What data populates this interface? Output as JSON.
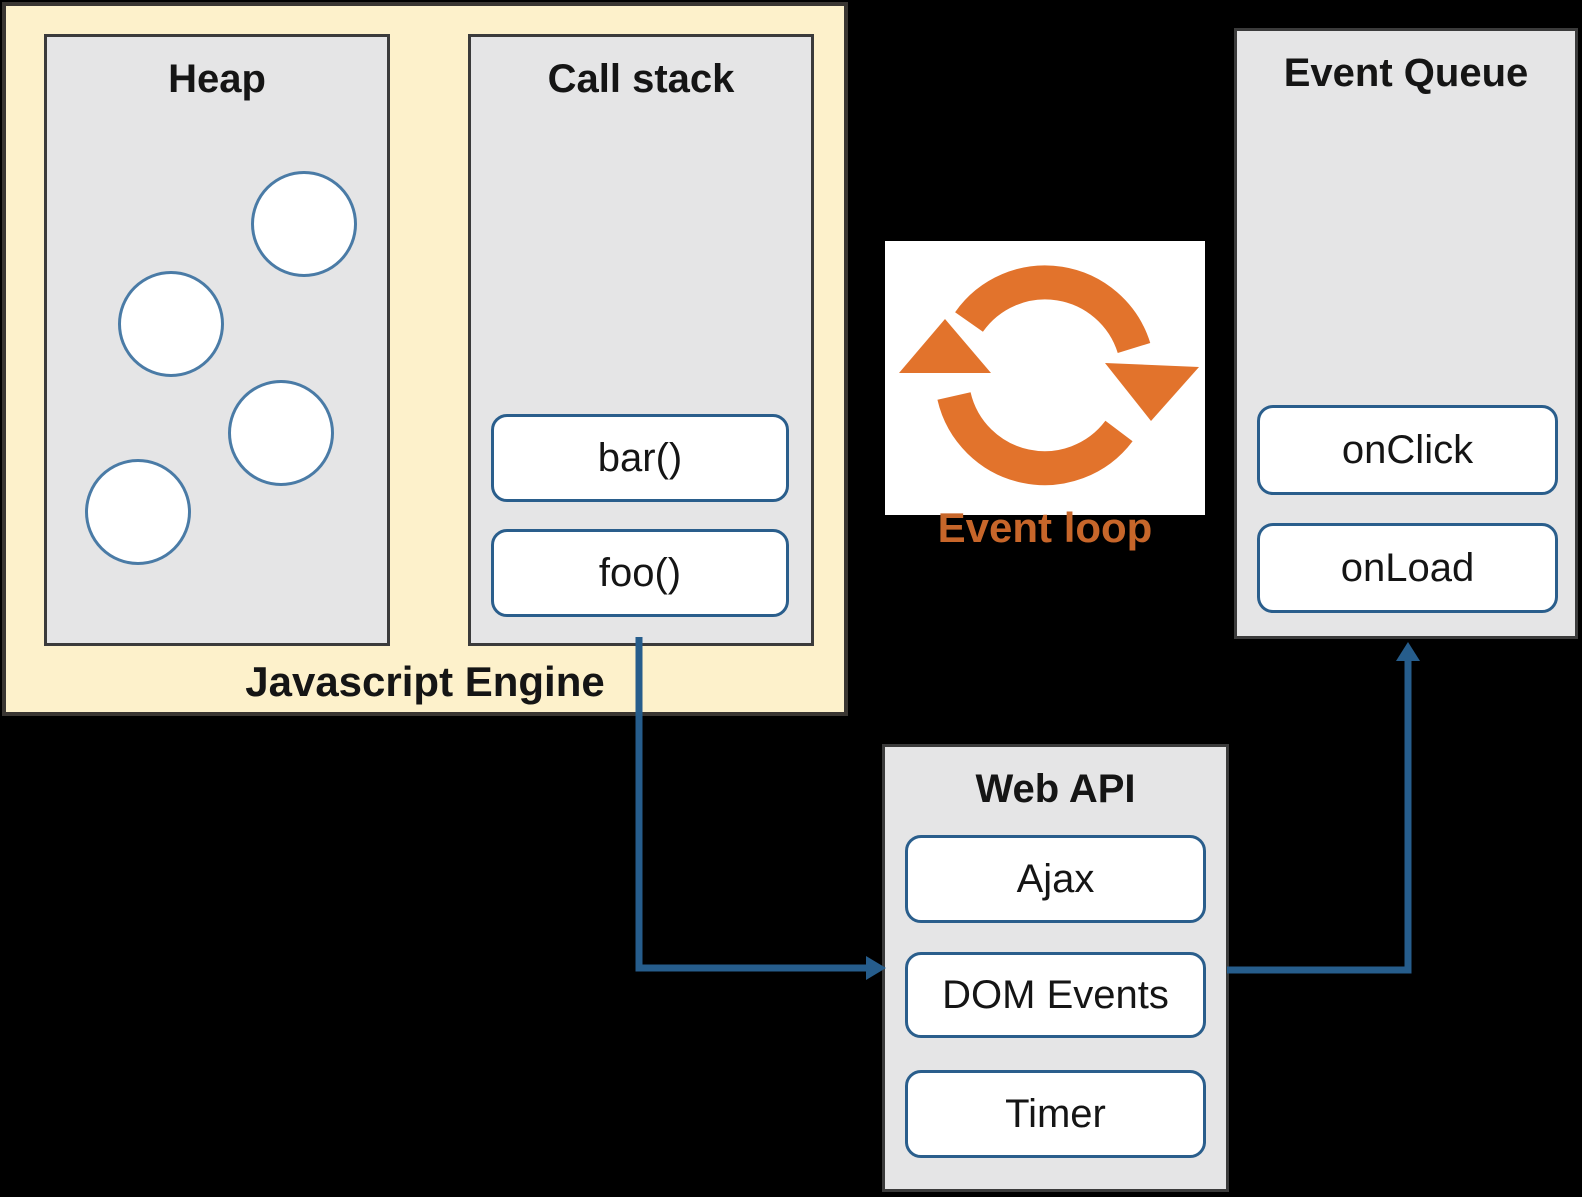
{
  "colors": {
    "background": "#000000",
    "engine_fill": "#FDF1CB",
    "engine_border": "#3A3632",
    "panel_fill": "#E5E5E6",
    "panel_border": "#3B3B3B",
    "node_fill": "#FFFFFF",
    "node_border": "#2A5E8C",
    "heap_circle_border": "#4A7BA6",
    "arrow": "#265D8C",
    "event_loop_icon_orange": "#E2732C",
    "event_loop_label_orange": "#C7662A",
    "text": "#151515"
  },
  "engine": {
    "label": "Javascript Engine",
    "heap": {
      "title": "Heap",
      "object_circle_count": 4
    },
    "call_stack": {
      "title": "Call stack",
      "frames": [
        "bar()",
        "foo()"
      ]
    }
  },
  "event_loop": {
    "label": "Event loop",
    "icon": "sync-arrows-icon"
  },
  "event_queue": {
    "title": "Event Queue",
    "items": [
      "onClick",
      "onLoad"
    ]
  },
  "web_api": {
    "title": "Web API",
    "items": [
      "Ajax",
      "DOM Events",
      "Timer"
    ]
  },
  "connections": [
    {
      "from": "call-stack",
      "to": "web-api"
    },
    {
      "from": "web-api",
      "to": "event-queue"
    }
  ]
}
